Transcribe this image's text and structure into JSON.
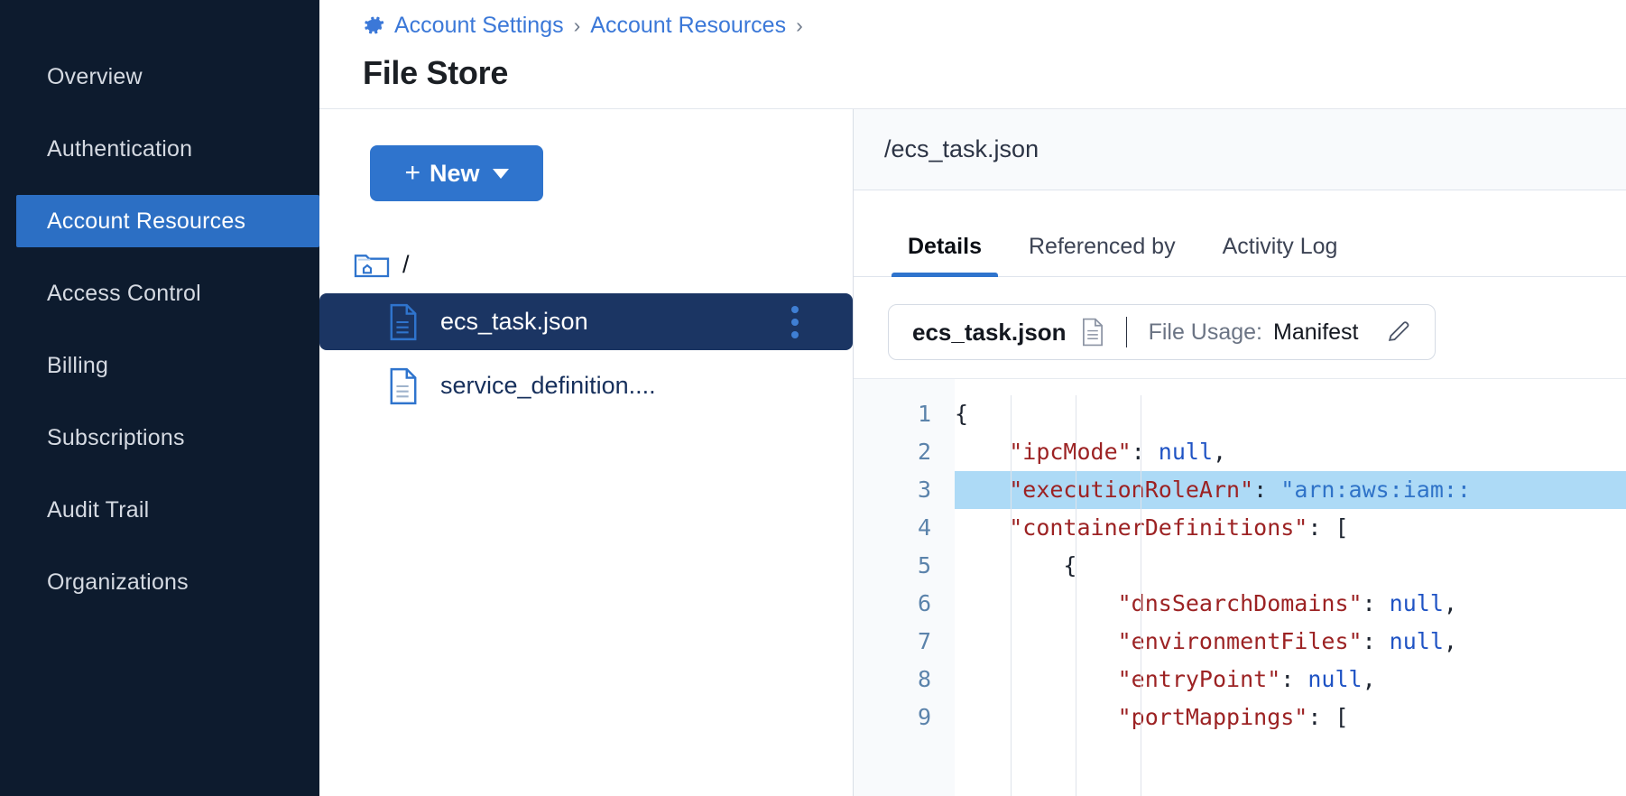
{
  "sidebar": {
    "items": [
      {
        "label": "Overview",
        "active": false
      },
      {
        "label": "Authentication",
        "active": false
      },
      {
        "label": "Account Resources",
        "active": true
      },
      {
        "label": "Access Control",
        "active": false
      },
      {
        "label": "Billing",
        "active": false
      },
      {
        "label": "Subscriptions",
        "active": false
      },
      {
        "label": "Audit Trail",
        "active": false
      },
      {
        "label": "Organizations",
        "active": false
      }
    ]
  },
  "header": {
    "gear_icon": "gear-icon",
    "breadcrumb": [
      {
        "label": "Account Settings"
      },
      {
        "label": "Account Resources"
      }
    ],
    "separator": "›",
    "title": "File Store"
  },
  "filetree": {
    "new_button": {
      "label": "New",
      "plus": "+",
      "chevron_icon": "chevron-down-icon"
    },
    "root": {
      "label": "/",
      "icon": "folder-home-icon"
    },
    "files": [
      {
        "name": "ecs_task.json",
        "icon": "file-json-icon",
        "selected": true,
        "menu_icon": "kebab-menu-icon"
      },
      {
        "name": "service_definition....",
        "icon": "file-json-icon",
        "selected": false
      }
    ]
  },
  "detail": {
    "path": "/ecs_task.json",
    "tabs": [
      {
        "label": "Details",
        "active": true
      },
      {
        "label": "Referenced by",
        "active": false
      },
      {
        "label": "Activity Log",
        "active": false
      }
    ],
    "usage_card": {
      "file_name": "ecs_task.json",
      "file_icon": "document-icon",
      "usage_label": "File Usage:",
      "usage_value": "Manifest",
      "edit_icon": "pencil-icon"
    },
    "code": {
      "language": "json",
      "highlighted_line": 3,
      "lines": [
        {
          "n": 1,
          "indent": 0,
          "tokens": [
            {
              "t": "punc",
              "v": "{"
            }
          ]
        },
        {
          "n": 2,
          "indent": 1,
          "tokens": [
            {
              "t": "key",
              "v": "\"ipcMode\""
            },
            {
              "t": "punc",
              "v": ": "
            },
            {
              "t": "val",
              "v": "null"
            },
            {
              "t": "punc",
              "v": ","
            }
          ]
        },
        {
          "n": 3,
          "indent": 1,
          "tokens": [
            {
              "t": "key",
              "v": "\"executionRoleArn\""
            },
            {
              "t": "punc",
              "v": ": "
            },
            {
              "t": "str",
              "v": "\"arn:aws:iam::"
            }
          ]
        },
        {
          "n": 4,
          "indent": 1,
          "tokens": [
            {
              "t": "key",
              "v": "\"containerDefinitions\""
            },
            {
              "t": "punc",
              "v": ": ["
            }
          ]
        },
        {
          "n": 5,
          "indent": 2,
          "tokens": [
            {
              "t": "punc",
              "v": "{"
            }
          ]
        },
        {
          "n": 6,
          "indent": 3,
          "tokens": [
            {
              "t": "key",
              "v": "\"dnsSearchDomains\""
            },
            {
              "t": "punc",
              "v": ": "
            },
            {
              "t": "val",
              "v": "null"
            },
            {
              "t": "punc",
              "v": ","
            }
          ]
        },
        {
          "n": 7,
          "indent": 3,
          "tokens": [
            {
              "t": "key",
              "v": "\"environmentFiles\""
            },
            {
              "t": "punc",
              "v": ": "
            },
            {
              "t": "val",
              "v": "null"
            },
            {
              "t": "punc",
              "v": ","
            }
          ]
        },
        {
          "n": 8,
          "indent": 3,
          "tokens": [
            {
              "t": "key",
              "v": "\"entryPoint\""
            },
            {
              "t": "punc",
              "v": ": "
            },
            {
              "t": "val",
              "v": "null"
            },
            {
              "t": "punc",
              "v": ","
            }
          ]
        },
        {
          "n": 9,
          "indent": 3,
          "tokens": [
            {
              "t": "key",
              "v": "\"portMappings\""
            },
            {
              "t": "punc",
              "v": ": ["
            }
          ]
        }
      ]
    }
  },
  "colors": {
    "sidebar_bg": "#0d1b2e",
    "accent_blue": "#2f74cd",
    "link_blue": "#3b78d8",
    "selected_file_bg": "#1b3563",
    "code_highlight": "#addaf6",
    "json_key": "#9c2223",
    "json_value": "#1f53c4"
  }
}
